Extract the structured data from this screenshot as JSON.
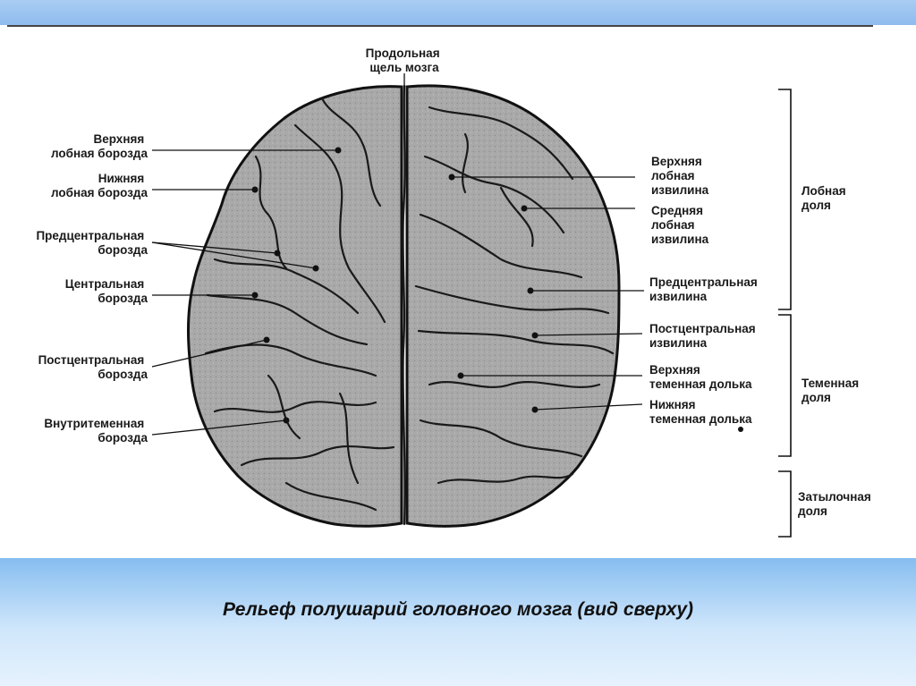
{
  "caption": "Рельеф полушарий головного мозга (вид сверху)",
  "labels": {
    "fissure": [
      "Продольная",
      "щель мозга"
    ],
    "left": [
      [
        "Верхняя",
        "лобная борозда"
      ],
      [
        "Нижняя",
        "лобная борозда"
      ],
      [
        "Предцентральная",
        "борозда"
      ],
      [
        "Центральная",
        "борозда"
      ],
      [
        "Постцентральная",
        "борозда"
      ],
      [
        "Внутритеменная",
        "борозда"
      ]
    ],
    "right": [
      [
        "Верхняя",
        "лобная",
        "извилина"
      ],
      [
        "Средняя",
        "лобная",
        "извилина"
      ],
      [
        "Предцентральная",
        "извилина"
      ],
      [
        "Постцентральная",
        "извилина"
      ],
      [
        "Верхняя",
        "теменная долька"
      ],
      [
        "Нижняя",
        "теменная долька"
      ]
    ],
    "lobes": [
      [
        "Лобная",
        "доля"
      ],
      [
        "Теменная",
        "доля"
      ],
      [
        "Затылочная",
        "доля"
      ]
    ]
  },
  "colors": {
    "brain_fill": "#a7a7a7",
    "brain_outline": "#111111",
    "header_band": "#8fbbee",
    "footer_band": "#86bdf0"
  }
}
